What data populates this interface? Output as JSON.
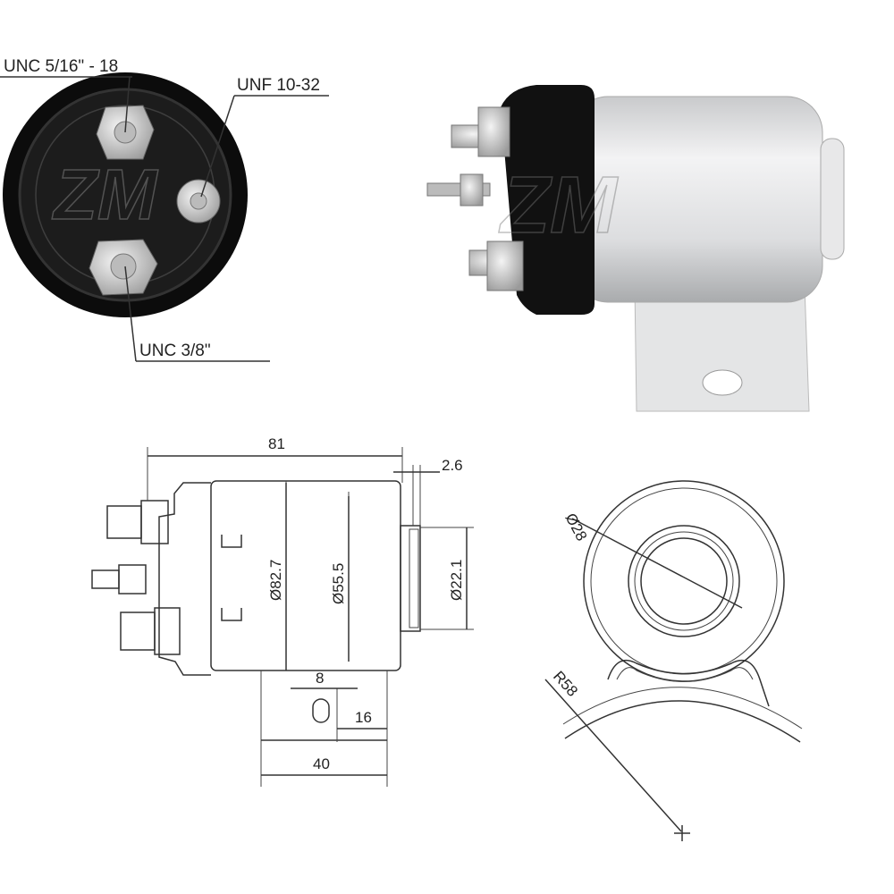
{
  "logo": {
    "watermark": "ZM"
  },
  "terminal_view": {
    "labels": {
      "top_terminal": "UNC 5/16\" - 18",
      "small_terminal": "UNF 10-32",
      "bottom_terminal": "UNC 3/8\""
    }
  },
  "side_drawing": {
    "dims": {
      "overall_length": "81",
      "end_step": "2.6",
      "body_diameter": "Ø82.7",
      "inner_diameter": "Ø55.5",
      "boss_diameter": "Ø22.1",
      "slot_width": "8",
      "hole_offset": "16",
      "bracket_width": "40"
    }
  },
  "end_drawing": {
    "dims": {
      "bore_diameter": "Ø28",
      "bracket_radius": "R58"
    }
  },
  "colors": {
    "line": "#333333",
    "cap": "#111111",
    "metal": "#d9dadb"
  }
}
